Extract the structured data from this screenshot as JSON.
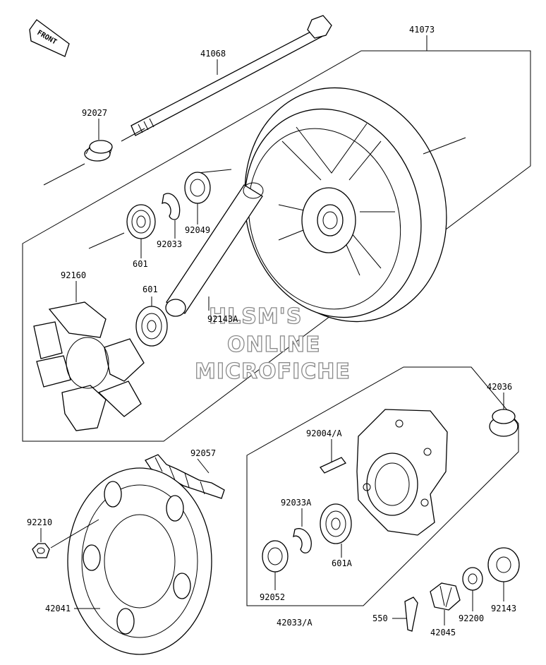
{
  "front_arrow": {
    "label": "FRONT"
  },
  "watermark": [
    "HLSM'S",
    "ONLINE",
    "MICROFICHE"
  ],
  "parts": {
    "p41073": "41073",
    "p41068": "41068",
    "p92027": "92027",
    "p92049": "92049",
    "p92033": "92033",
    "p601_top": "601",
    "p92160": "92160",
    "p601_mid": "601",
    "p92143A": "92143A",
    "p42036": "42036",
    "p92004A": "92004/A",
    "p92057": "92057",
    "p92210": "92210",
    "p92033A": "92033A",
    "p601A": "601A",
    "p92052": "92052",
    "p42041": "42041",
    "p42033A": "42033/A",
    "p550": "550",
    "p42045": "42045",
    "p92200": "92200",
    "p92143": "92143"
  }
}
